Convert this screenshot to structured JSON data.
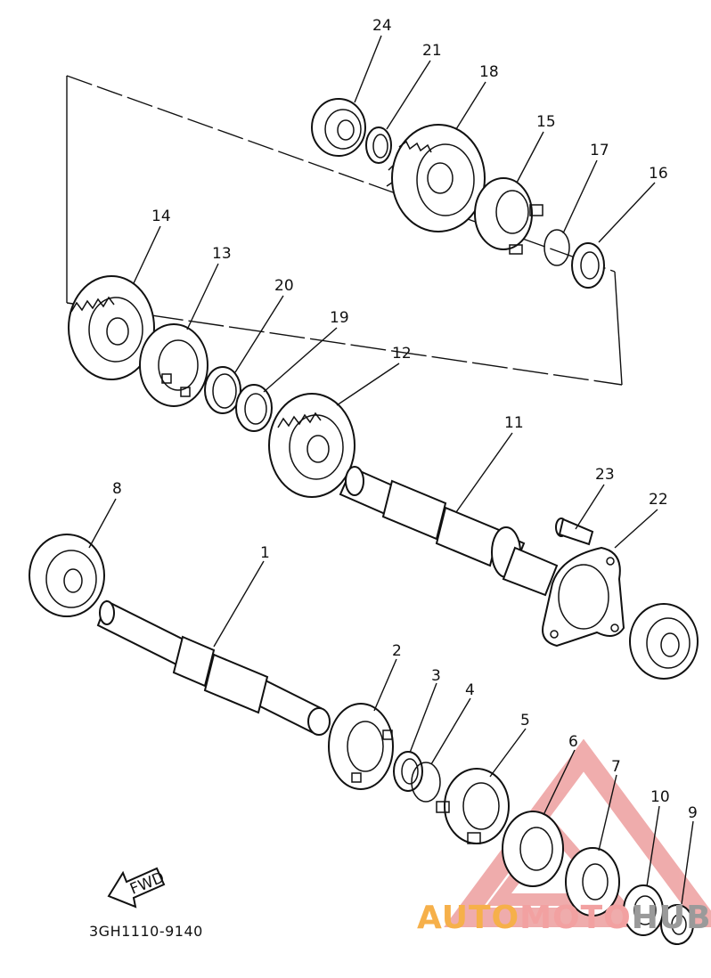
{
  "diagram": {
    "part_code": "3GH1110-9140",
    "fwd_label": "FWD",
    "watermark": {
      "part1": "AUTO",
      "part2": "MOTO",
      "part3": "HUB"
    },
    "labels": {
      "p1": "1",
      "p2": "2",
      "p3": "3",
      "p4": "4",
      "p5": "5",
      "p6": "6",
      "p7": "7",
      "p8": "8",
      "p9": "9",
      "p10": "10",
      "p11": "11",
      "p12": "12",
      "p13": "13",
      "p14": "14",
      "p15": "15",
      "p16": "16",
      "p17": "17",
      "p18": "18",
      "p19": "19",
      "p20": "20",
      "p21": "21",
      "p22": "22",
      "p23": "23",
      "p24": "24"
    }
  }
}
